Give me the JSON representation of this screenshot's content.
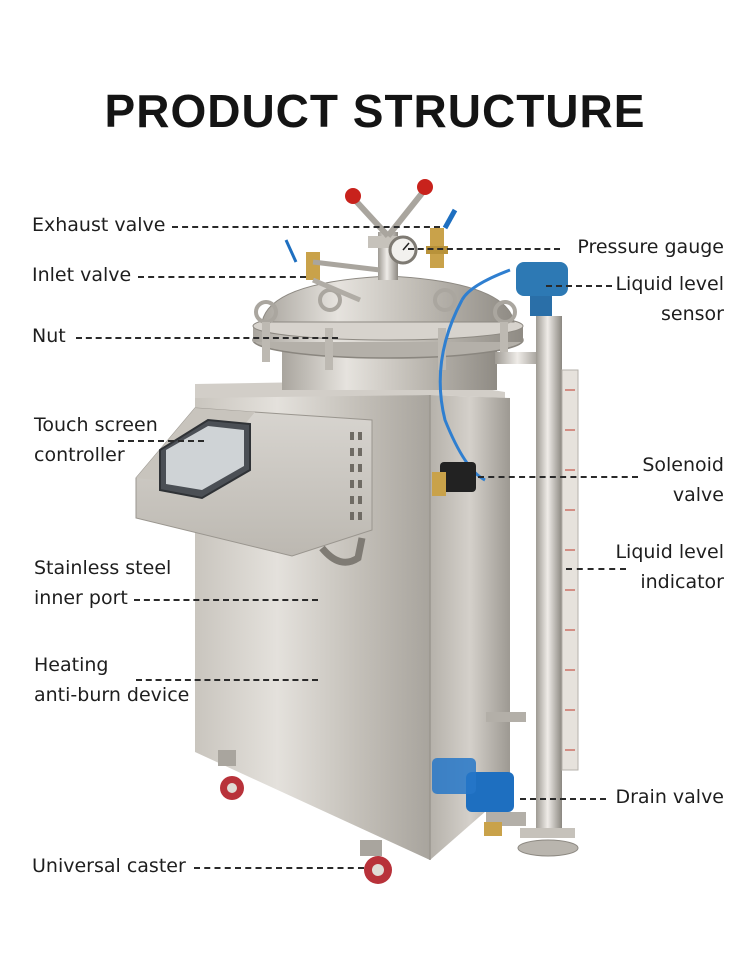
{
  "title": "PRODUCT STRUCTURE",
  "labels": {
    "exhaust_valve": "Exhaust valve",
    "inlet_valve": "Inlet valve",
    "nut": "Nut",
    "touch_screen_l1": "Touch screen",
    "touch_screen_l2": "controller",
    "inner_port_l1": "Stainless steel",
    "inner_port_l2": "inner port",
    "heating_l1": "Heating",
    "heating_l2": "anti-burn device",
    "universal_caster": "Universal caster",
    "pressure_gauge": "Pressure gauge",
    "level_sensor_l1": "Liquid level",
    "level_sensor_l2": "sensor",
    "solenoid_l1": "Solenoid",
    "solenoid_l2": "valve",
    "level_indicator_l1": "Liquid level",
    "level_indicator_l2": "indicator",
    "drain_valve": "Drain valve"
  },
  "colors": {
    "steel_light": "#d9d6d1",
    "steel_mid": "#b9b5ae",
    "steel_dark": "#8d8982",
    "handle_red": "#c8221c",
    "valve_blue": "#1e6fc0",
    "sensor_blue": "#2d79b4",
    "caster_red": "#b8323a"
  }
}
